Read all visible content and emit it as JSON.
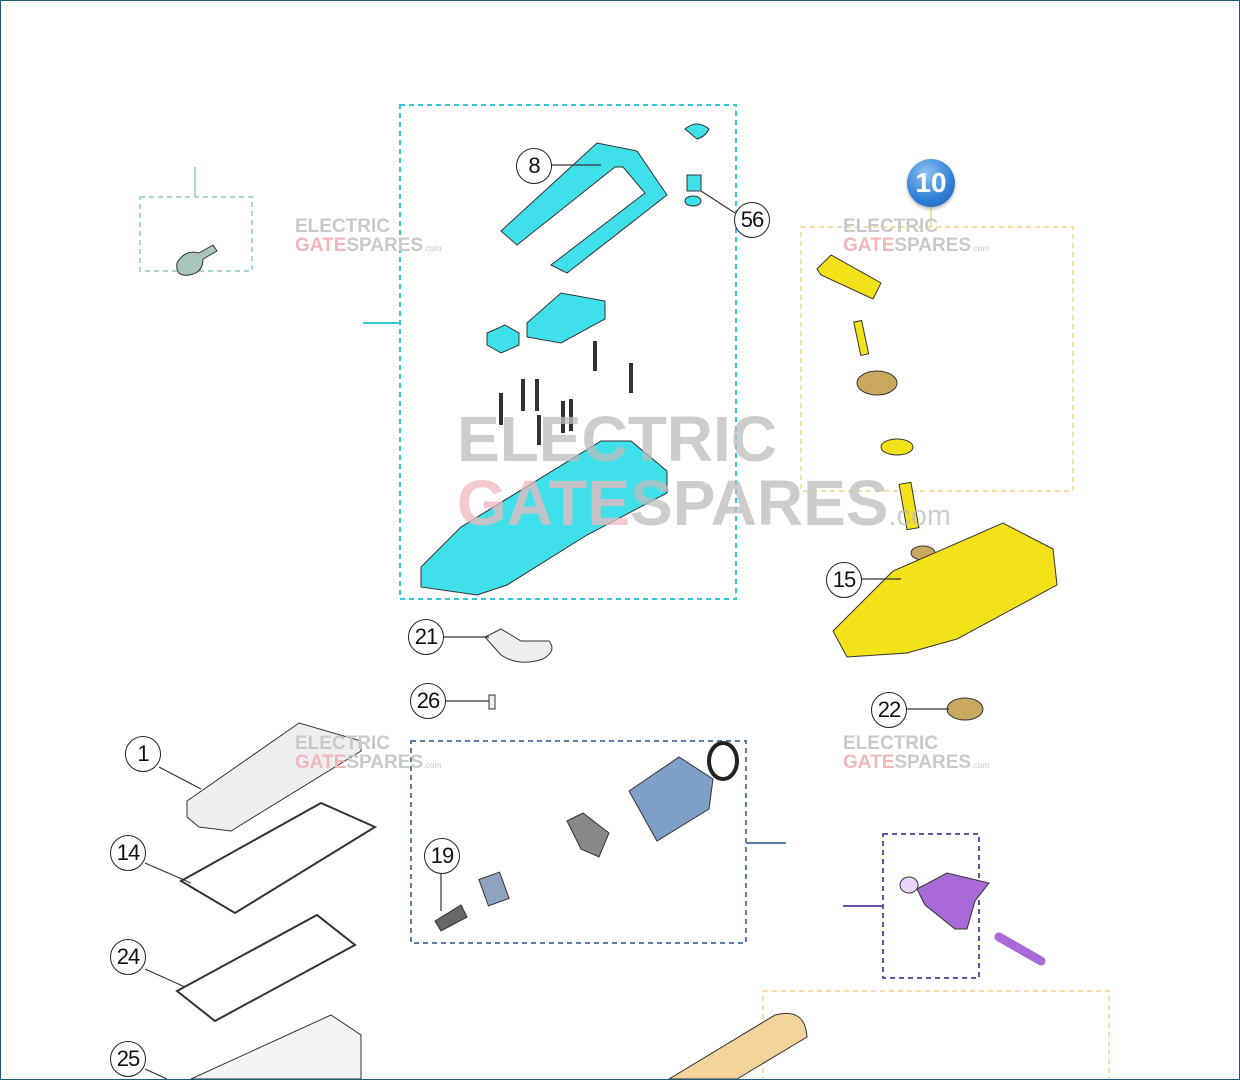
{
  "diagram": {
    "assembly_badge": "10",
    "callouts": [
      "8",
      "56",
      "15",
      "21",
      "26",
      "22",
      "1",
      "14",
      "19",
      "24",
      "25"
    ],
    "watermark": {
      "line1": "ELECTRIC",
      "line2_a": "GATE",
      "line2_b": "SPARES",
      ".com": ".com"
    },
    "colors": {
      "cyan": "#3fe0ea",
      "yellow": "#f3e21a",
      "blue_motor": "#7f9fc6",
      "purple": "#a86ad8",
      "tan": "#f3d49b",
      "gray_part": "#e8e8e8"
    }
  }
}
